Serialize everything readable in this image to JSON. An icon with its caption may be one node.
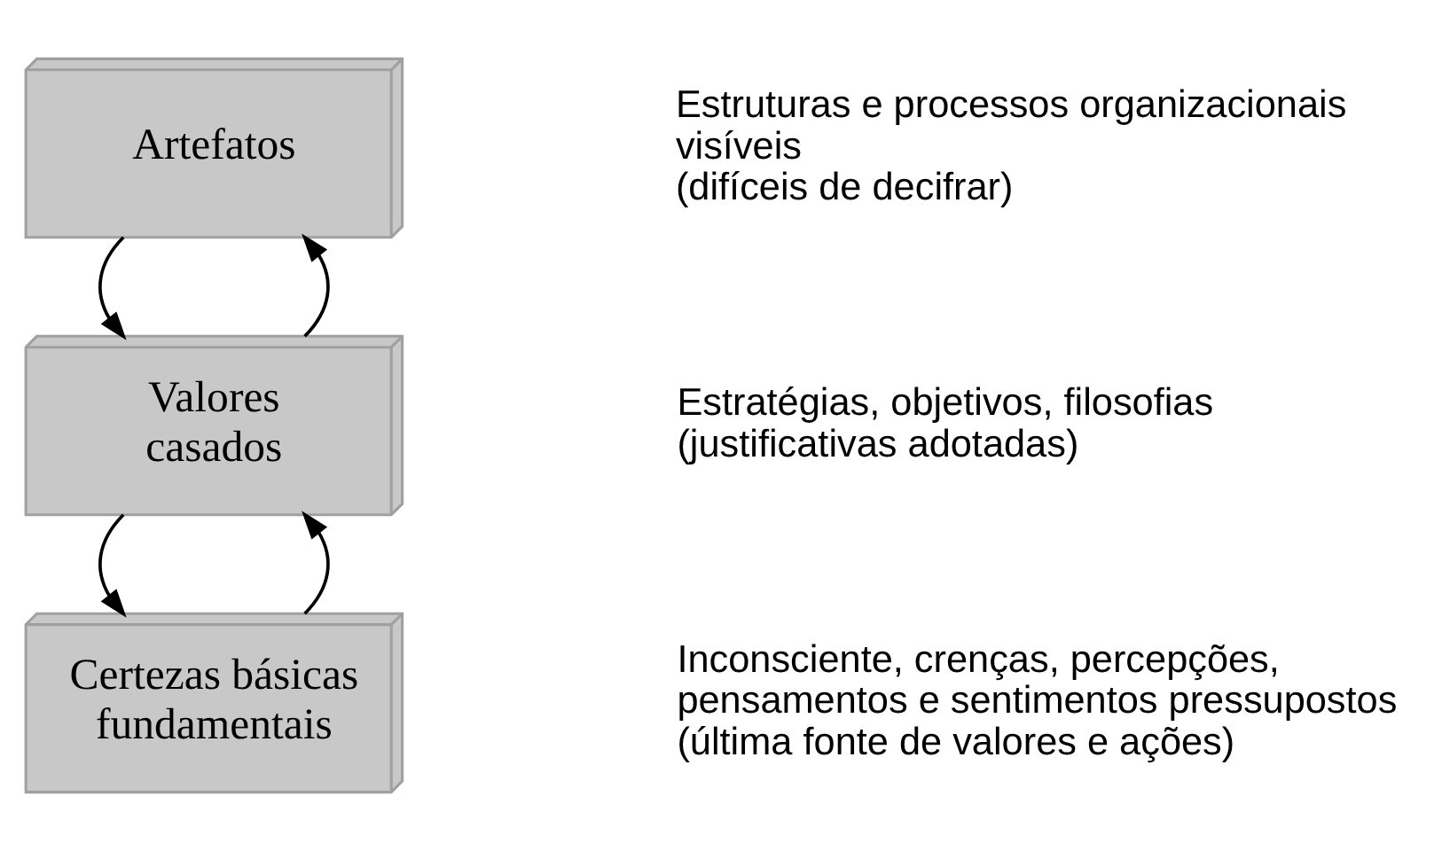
{
  "diagram": {
    "nodes": [
      {
        "text": [
          "Artefatos"
        ],
        "beside": [
          "Estruturas e processos organizacionais visíveis",
          "(difíceis de decifrar)"
        ]
      },
      {
        "text": [
          "Valores casados"
        ],
        "beside": [
          "Estratégias, objetivos, filosofias",
          "(justificativas adotadas)"
        ]
      },
      {
        "text": [
          "Certezas básicas fundamentais"
        ],
        "beside": [
          "Inconsciente, crenças, percepções, pensamentos e sentimentos pressupostos",
          "(última fonte de valores e ações)"
        ]
      }
    ],
    "edges": [
      {
        "from": 0,
        "to": 1,
        "arrow": "to"
      },
      {
        "from": 1,
        "to": 0,
        "arrow": "to"
      },
      {
        "from": 1,
        "to": 2,
        "arrow": "to"
      },
      {
        "from": 2,
        "to": 1,
        "arrow": "to"
      }
    ]
  }
}
